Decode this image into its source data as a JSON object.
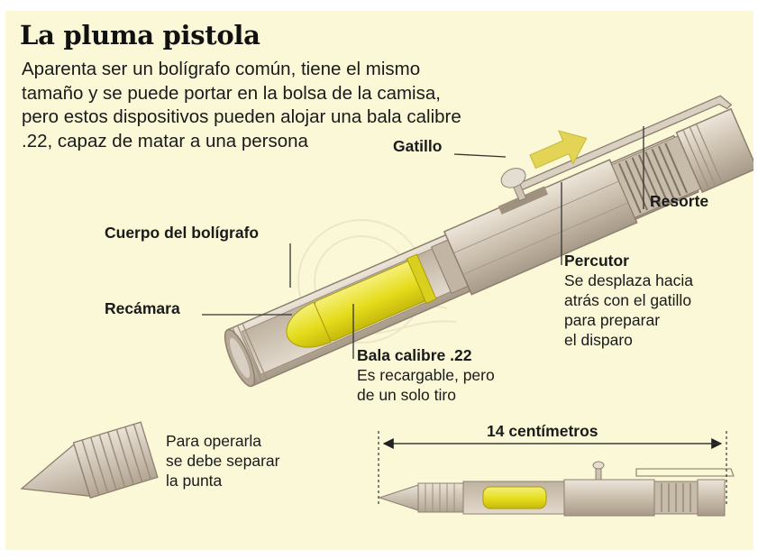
{
  "title": "La pluma pistola",
  "intro": "Aparenta ser un bolígrafo común, tiene el mismo tamaño y se puede portar en la bolsa de la camisa, pero estos dispositivos pueden alojar una bala calibre .22, capaz de matar a una persona",
  "labels": {
    "gatillo": "Gatillo",
    "resorte": "Resorte",
    "cuerpo": "Cuerpo del bolígrafo",
    "recamara": "Recámara",
    "percutor_title": "Percutor",
    "percutor_desc": [
      "Se desplaza hacia",
      "atrás con el gatillo",
      "para preparar",
      "el disparo"
    ],
    "bala_title": "Bala calibre .22",
    "bala_desc": [
      "Es recargable, pero",
      "de un solo tiro"
    ],
    "punta_desc": [
      "Para operarla",
      "se debe separar",
      "la punta"
    ],
    "medida": "14 centímetros"
  },
  "colors": {
    "background": "#fbf8d7",
    "metal": "#cfc3b3",
    "bullet": "#e8e02c",
    "arrow": "#e3d456"
  }
}
